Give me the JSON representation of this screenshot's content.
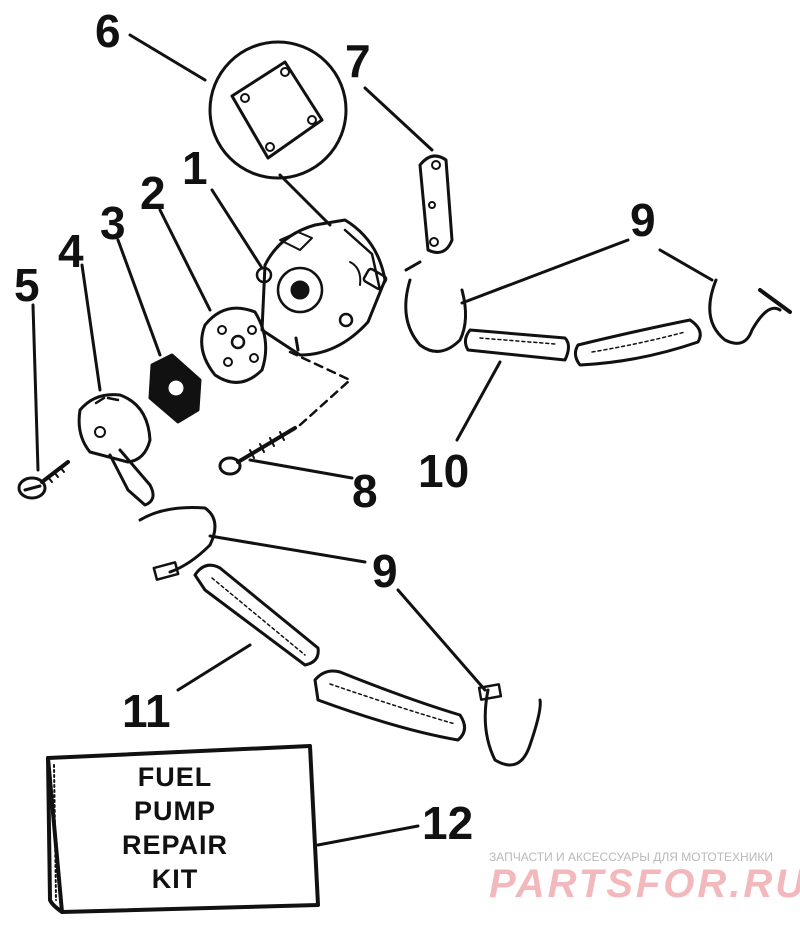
{
  "callouts": {
    "c1": "1",
    "c2": "2",
    "c3": "3",
    "c4": "4",
    "c5": "5",
    "c6": "6",
    "c7": "7",
    "c8": "8",
    "c9_top": "9",
    "c9_bottom": "9",
    "c10": "10",
    "c11": "11",
    "c12": "12"
  },
  "kit_box": {
    "line1": "FUEL",
    "line2": "PUMP",
    "line3": "REPAIR",
    "line4": "KIT"
  },
  "watermark": {
    "tagline": "ЗАПЧАСТИ И АКСЕССУАРЫ ДЛЯ МОТОТЕХНИКИ",
    "logo": "PARTSFOR.RU"
  }
}
